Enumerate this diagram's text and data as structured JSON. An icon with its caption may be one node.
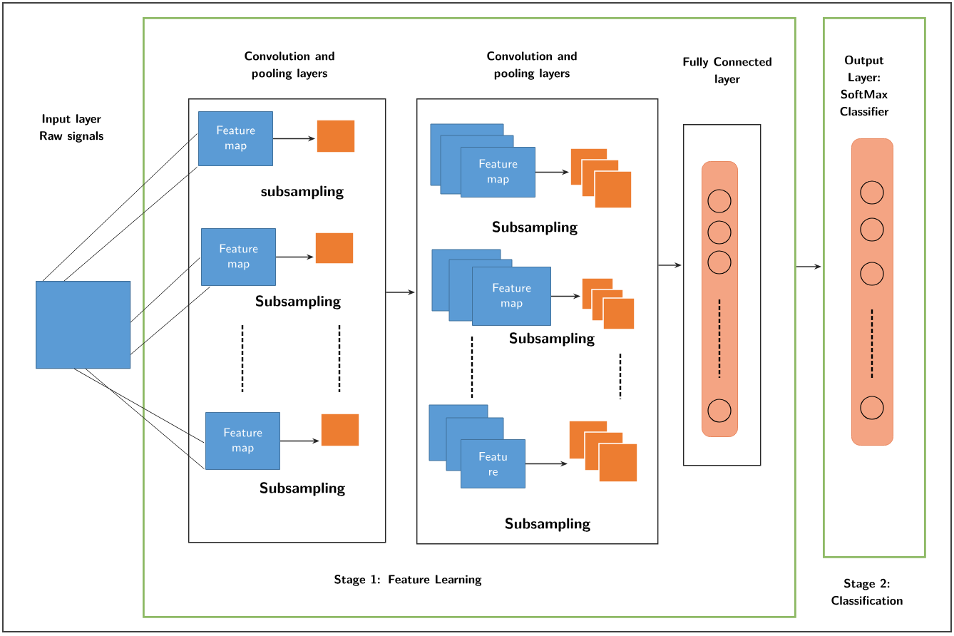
{
  "diagram": {
    "nodes": [
      {
        "text": [],
        "shape": "box"
      },
      {
        "text": [
          "Stage 1: Feature Learning"
        ]
      },
      {
        "text": [
          "Convolution and pooling layers"
        ],
        "in": 1
      },
      {
        "text": [
          "Feature map"
        ],
        "in": 2
      },
      {
        "text": [],
        "shape": "box",
        "in": 2
      },
      {
        "text": [
          "Feature map"
        ],
        "in": 2
      },
      {
        "text": [],
        "shape": "box",
        "in": 2
      },
      {
        "text": [
          "Feature map"
        ],
        "in": 2
      },
      {
        "text": [],
        "shape": "box",
        "in": 2
      },
      {
        "text": [
          "Convolution and pooling layers"
        ],
        "in": 1
      },
      {
        "text": [
          "Feature map"
        ],
        "in": 9
      },
      {
        "text": [],
        "shape": "box",
        "in": 9
      },
      {
        "text": [
          "Feature map"
        ],
        "in": 9
      },
      {
        "text": [],
        "shape": "box",
        "in": 9
      },
      {
        "text": [
          "Featu re"
        ],
        "in": 9
      },
      {
        "text": [],
        "shape": "box",
        "in": 9
      },
      {
        "text": [
          "Fully Connected layer"
        ],
        "in": 1
      },
      {
        "text": [],
        "shape": "bar",
        "in": 16
      },
      {
        "text": [
          "Output Layer: SoftMax Classifier",
          "Stage 2: Classification"
        ]
      },
      {
        "text": [],
        "shape": "bar",
        "in": 18
      }
    ],
    "edges": [
      {
        "from": 0,
        "to": 3,
        "arrow": "none"
      },
      {
        "from": 0,
        "to": 3,
        "arrow": "none"
      },
      {
        "from": 0,
        "to": 5,
        "arrow": "none"
      },
      {
        "from": 0,
        "to": 5,
        "arrow": "none"
      },
      {
        "from": 0,
        "to": 7,
        "arrow": "none"
      },
      {
        "from": 0,
        "to": 7,
        "arrow": "none"
      },
      {
        "from": 3,
        "to": 4,
        "arrow": "to"
      },
      {
        "from": 5,
        "to": 6,
        "arrow": "to"
      },
      {
        "from": 7,
        "to": 8,
        "arrow": "to"
      },
      {
        "from": 2,
        "to": 9,
        "arrow": "to"
      },
      {
        "from": 10,
        "to": 11,
        "arrow": "to"
      },
      {
        "from": 12,
        "to": 13,
        "arrow": "to"
      },
      {
        "from": 14,
        "to": 15,
        "arrow": "to"
      },
      {
        "from": 9,
        "to": 16,
        "arrow": "to"
      },
      {
        "from": 1,
        "to": 18,
        "arrow": "to"
      }
    ],
    "labels": [
      "Input layer Raw signals",
      "subsampling",
      "Subsampling",
      "Subsampling",
      "Subsampling",
      "Subsampling",
      "Subsampling"
    ]
  }
}
